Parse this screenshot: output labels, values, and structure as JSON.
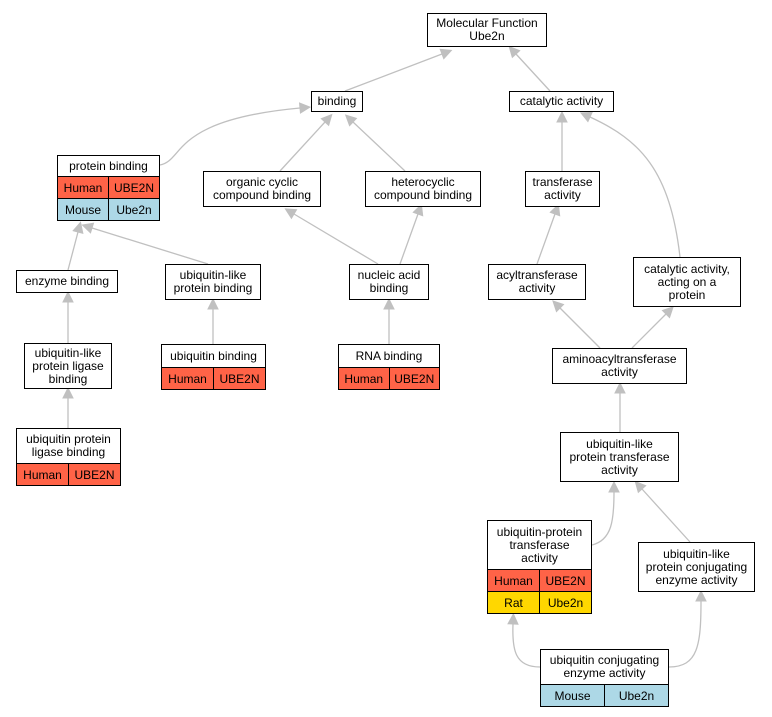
{
  "colors": {
    "edge": "#c0c0c0",
    "human": "#ff6347",
    "mouse": "#add8e6",
    "rat": "#ffd700"
  },
  "nodes": [
    {
      "id": "mf",
      "label": "Molecular Function\nUbe2n",
      "annotations": []
    },
    {
      "id": "binding",
      "label": "binding",
      "annotations": []
    },
    {
      "id": "catalytic",
      "label": "catalytic activity",
      "annotations": []
    },
    {
      "id": "protein_binding",
      "label": "protein binding",
      "annotations": [
        {
          "species": "Human",
          "gene": "UBE2N",
          "color": "human"
        },
        {
          "species": "Mouse",
          "gene": "Ube2n",
          "color": "mouse"
        }
      ]
    },
    {
      "id": "organic_cyclic",
      "label": "organic cyclic\ncompound binding",
      "annotations": []
    },
    {
      "id": "heterocyclic",
      "label": "heterocyclic\ncompound binding",
      "annotations": []
    },
    {
      "id": "transferase",
      "label": "transferase\nactivity",
      "annotations": []
    },
    {
      "id": "enzyme_binding",
      "label": "enzyme binding",
      "annotations": []
    },
    {
      "id": "ubl_protein_binding",
      "label": "ubiquitin-like\nprotein binding",
      "annotations": []
    },
    {
      "id": "nucleic_acid",
      "label": "nucleic acid\nbinding",
      "annotations": []
    },
    {
      "id": "acyltransferase",
      "label": "acyltransferase\nactivity",
      "annotations": []
    },
    {
      "id": "cat_on_protein",
      "label": "catalytic activity,\nacting on a\nprotein",
      "annotations": []
    },
    {
      "id": "ubl_ligase_binding",
      "label": "ubiquitin-like\nprotein ligase\nbinding",
      "annotations": []
    },
    {
      "id": "ubiquitin_binding",
      "label": "ubiquitin binding",
      "annotations": [
        {
          "species": "Human",
          "gene": "UBE2N",
          "color": "human"
        }
      ]
    },
    {
      "id": "rna_binding",
      "label": "RNA binding",
      "annotations": [
        {
          "species": "Human",
          "gene": "UBE2N",
          "color": "human"
        }
      ]
    },
    {
      "id": "aminoacyl",
      "label": "aminoacyltransferase\nactivity",
      "annotations": []
    },
    {
      "id": "ub_ligase_binding",
      "label": "ubiquitin protein\nligase binding",
      "annotations": [
        {
          "species": "Human",
          "gene": "UBE2N",
          "color": "human"
        }
      ]
    },
    {
      "id": "ubl_transferase",
      "label": "ubiquitin-like\nprotein transferase\nactivity",
      "annotations": []
    },
    {
      "id": "ub_protein_transferase",
      "label": "ubiquitin-protein\ntransferase\nactivity",
      "annotations": [
        {
          "species": "Human",
          "gene": "UBE2N",
          "color": "human"
        },
        {
          "species": "Rat",
          "gene": "Ube2n",
          "color": "rat"
        }
      ]
    },
    {
      "id": "ubl_conjugating",
      "label": "ubiquitin-like\nprotein conjugating\nenzyme activity",
      "annotations": []
    },
    {
      "id": "ub_conjugating",
      "label": "ubiquitin conjugating\nenzyme activity",
      "annotations": [
        {
          "species": "Mouse",
          "gene": "Ube2n",
          "color": "mouse"
        }
      ]
    }
  ],
  "edges": [
    {
      "from": "binding",
      "to": "mf"
    },
    {
      "from": "catalytic",
      "to": "mf"
    },
    {
      "from": "protein_binding",
      "to": "binding"
    },
    {
      "from": "organic_cyclic",
      "to": "binding"
    },
    {
      "from": "heterocyclic",
      "to": "binding"
    },
    {
      "from": "transferase",
      "to": "catalytic"
    },
    {
      "from": "cat_on_protein",
      "to": "catalytic"
    },
    {
      "from": "enzyme_binding",
      "to": "protein_binding"
    },
    {
      "from": "ubl_protein_binding",
      "to": "protein_binding"
    },
    {
      "from": "nucleic_acid",
      "to": "organic_cyclic"
    },
    {
      "from": "nucleic_acid",
      "to": "heterocyclic"
    },
    {
      "from": "acyltransferase",
      "to": "transferase"
    },
    {
      "from": "ubl_ligase_binding",
      "to": "enzyme_binding"
    },
    {
      "from": "ubiquitin_binding",
      "to": "ubl_protein_binding"
    },
    {
      "from": "rna_binding",
      "to": "nucleic_acid"
    },
    {
      "from": "aminoacyl",
      "to": "acyltransferase"
    },
    {
      "from": "aminoacyl",
      "to": "cat_on_protein"
    },
    {
      "from": "ub_ligase_binding",
      "to": "ubl_ligase_binding"
    },
    {
      "from": "ubl_transferase",
      "to": "aminoacyl"
    },
    {
      "from": "ub_protein_transferase",
      "to": "ubl_transferase"
    },
    {
      "from": "ubl_conjugating",
      "to": "ubl_transferase"
    },
    {
      "from": "ub_conjugating",
      "to": "ub_protein_transferase"
    },
    {
      "from": "ub_conjugating",
      "to": "ubl_conjugating"
    }
  ]
}
